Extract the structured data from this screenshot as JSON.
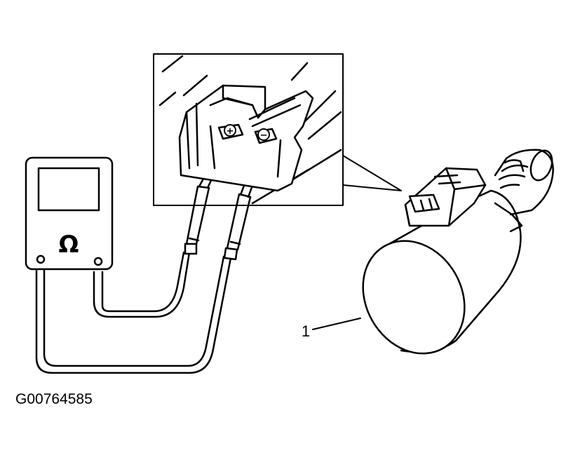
{
  "meter": {
    "symbol": "Ω",
    "icon": "ohmmeter-icon"
  },
  "connector": {
    "positive": "+",
    "negative": "−"
  },
  "callout": {
    "number": "1"
  },
  "figure": {
    "id": "G00764585"
  }
}
